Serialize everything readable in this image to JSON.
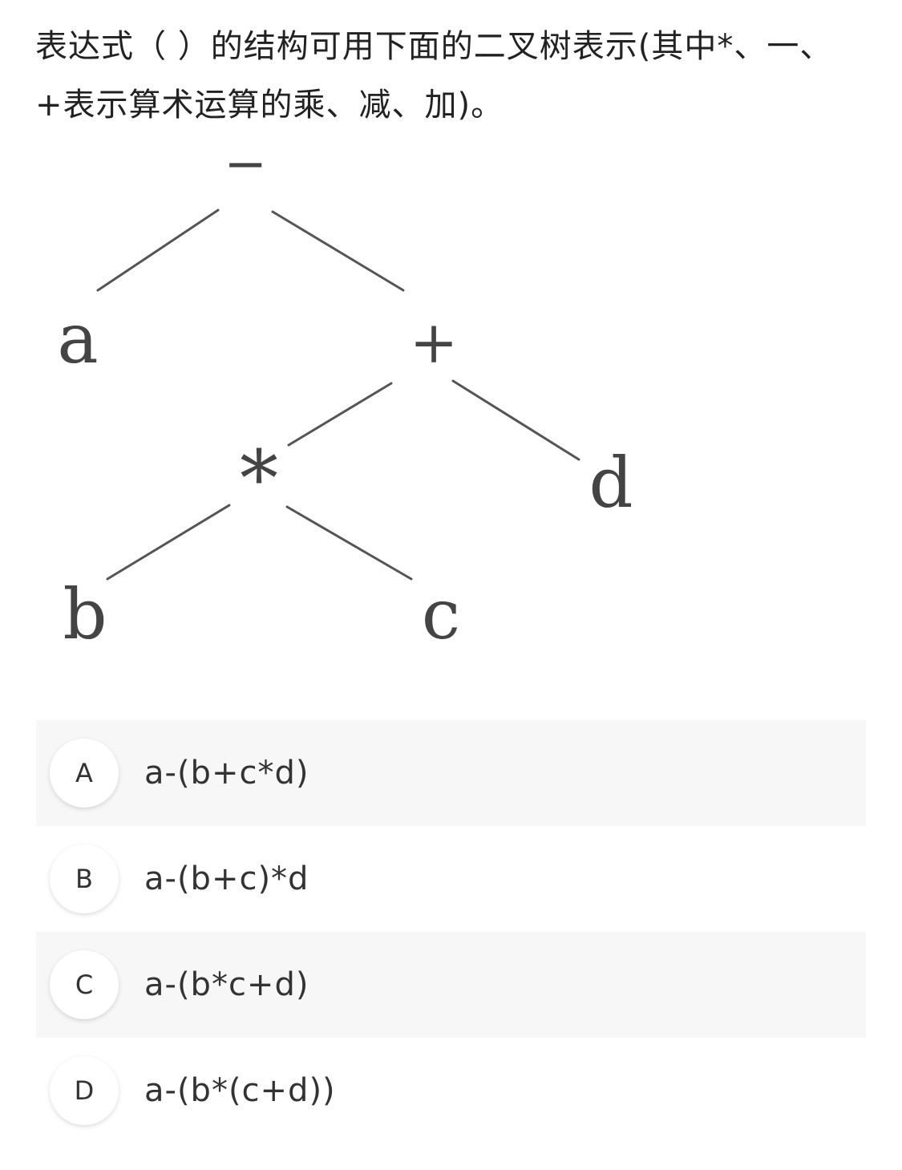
{
  "question": {
    "text": "表达式（ ）的结构可用下面的二叉树表示(其中*、一、+表示算术运算的乘、减、加)。"
  },
  "tree": {
    "nodes": {
      "root": "−",
      "a": "a",
      "plus": "+",
      "star": "*",
      "d": "d",
      "b": "b",
      "c": "c"
    }
  },
  "options": [
    {
      "letter": "A",
      "text": "a-(b+c*d)"
    },
    {
      "letter": "B",
      "text": "a-(b+c)*d"
    },
    {
      "letter": "C",
      "text": "a-(b*c+d)"
    },
    {
      "letter": "D",
      "text": "a-(b*(c+d))"
    }
  ]
}
